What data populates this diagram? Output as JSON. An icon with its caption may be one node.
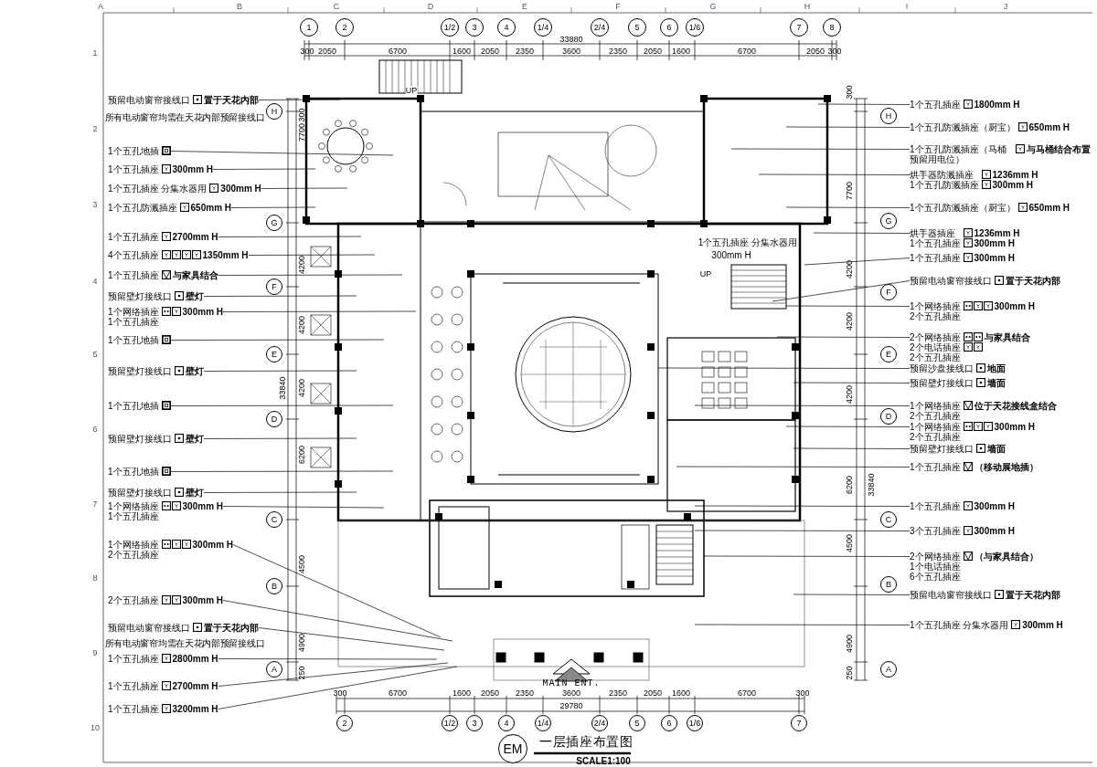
{
  "diagram": {
    "title": "一层插座布置图",
    "nodes": [
      {
        "text": [
          "预留电动窗帘接线口",
          "置于天花内部"
        ]
      },
      {
        "text": [
          "1个五孔地插"
        ]
      },
      {
        "text": [
          "1个五孔插座",
          "300mm H"
        ]
      },
      {
        "text": [
          "1个五孔插座 分集水器用",
          "300mm H"
        ]
      },
      {
        "text": [
          "1个五孔防溅插座",
          "650mm H"
        ]
      },
      {
        "text": [
          "1个五孔插座",
          "2700mm H"
        ]
      },
      {
        "text": [
          "4个五孔插座",
          "1350mm H"
        ]
      },
      {
        "text": [
          "1个五孔插座",
          "与家具结合"
        ]
      },
      {
        "text": [
          "预留壁灯接线口",
          "壁灯"
        ]
      },
      {
        "text": [
          "1个网络插座",
          "1个五孔插座",
          "300mm H"
        ]
      },
      {
        "text": [
          "1个五孔地插"
        ]
      },
      {
        "text": [
          "预留壁灯接线口",
          "壁灯"
        ]
      },
      {
        "text": [
          "1个五孔地插"
        ]
      },
      {
        "text": [
          "预留壁灯接线口",
          "壁灯"
        ]
      },
      {
        "text": [
          "1个五孔地插"
        ]
      },
      {
        "text": [
          "预留壁灯接线口",
          "壁灯"
        ]
      },
      {
        "text": [
          "1个网络插座",
          "1个五孔插座",
          "300mm H"
        ]
      },
      {
        "text": [
          "1个网络插座",
          "2个五孔插座",
          "300mm H"
        ]
      },
      {
        "text": [
          "2个五孔插座",
          "300mm H"
        ]
      },
      {
        "text": [
          "预留电动窗帘接线口",
          "置于天花内部"
        ]
      },
      {
        "text": [
          "1个五孔插座",
          "2800mm H"
        ]
      },
      {
        "text": [
          "1个五孔插座",
          "2700mm H"
        ]
      },
      {
        "text": [
          "1个五孔插座",
          "3200mm H"
        ]
      },
      {
        "text": [
          "1个五孔插座",
          "1800mm H"
        ]
      },
      {
        "text": [
          "1个五孔防溅插座（厨宝）",
          "650mm H"
        ]
      },
      {
        "text": [
          "1个五孔防溅插座（马桶预留用电位）",
          "与马桶结合布置"
        ]
      },
      {
        "text": [
          "烘手器防溅插座",
          "1个五孔防溅插座",
          "1236mm H",
          "300mm H"
        ]
      },
      {
        "text": [
          "1个五孔防溅插座（厨宝）",
          "650mm H"
        ]
      },
      {
        "text": [
          "烘手器插座",
          "1个五孔插座",
          "1236mm H",
          "300mm H"
        ]
      },
      {
        "text": [
          "1个五孔插座",
          "300mm H"
        ]
      },
      {
        "text": [
          "预留电动窗帘接线口",
          "置于天花内部"
        ]
      },
      {
        "text": [
          "1个网络插座",
          "2个五孔插座",
          "300mm H"
        ]
      },
      {
        "text": [
          "2个网络插座",
          "2个电话插座",
          "2个五孔插座",
          "与家具结合"
        ]
      },
      {
        "text": [
          "预留沙盘接线口",
          "地面"
        ]
      },
      {
        "text": [
          "预留壁灯接线口",
          "墙面"
        ]
      },
      {
        "text": [
          "1个网络插座",
          "2个五孔插座",
          "位于天花接线盒结合"
        ]
      },
      {
        "text": [
          "1个网络插座",
          "2个五孔插座",
          "300mm H"
        ]
      },
      {
        "text": [
          "预留壁灯接线口",
          "墙面"
        ]
      },
      {
        "text": [
          "1个五孔插座",
          "（移动展地插）"
        ]
      },
      {
        "text": [
          "1个五孔插座",
          "300mm H"
        ]
      },
      {
        "text": [
          "3个五孔插座",
          "300mm H"
        ]
      },
      {
        "text": [
          "2个网络插座",
          "1个电话插座",
          "6个五孔插座",
          "（与家具结合）"
        ]
      },
      {
        "text": [
          "预留电动窗帘接线口",
          "置于天花内部"
        ]
      },
      {
        "text": [
          "1个五孔插座 分集水器用",
          "300mm H"
        ]
      },
      {
        "text": [
          "1"
        ]
      },
      {
        "text": [
          "2"
        ]
      },
      {
        "text": [
          "1/2"
        ]
      },
      {
        "text": [
          "3"
        ]
      },
      {
        "text": [
          "4"
        ]
      },
      {
        "text": [
          "1/4"
        ]
      },
      {
        "text": [
          "2/4"
        ]
      },
      {
        "text": [
          "5"
        ]
      },
      {
        "text": [
          "6"
        ]
      },
      {
        "text": [
          "1/6"
        ]
      },
      {
        "text": [
          "7"
        ]
      },
      {
        "text": [
          "8"
        ]
      },
      {
        "text": [
          "2"
        ]
      },
      {
        "text": [
          "1/2"
        ]
      },
      {
        "text": [
          "3"
        ]
      },
      {
        "text": [
          "4"
        ]
      },
      {
        "text": [
          "1/4"
        ]
      },
      {
        "text": [
          "2/4"
        ]
      },
      {
        "text": [
          "5"
        ]
      },
      {
        "text": [
          "6"
        ]
      },
      {
        "text": [
          "1/6"
        ]
      },
      {
        "text": [
          "7"
        ]
      },
      {
        "text": [
          "H"
        ]
      },
      {
        "text": [
          "G"
        ]
      },
      {
        "text": [
          "F"
        ]
      },
      {
        "text": [
          "E"
        ]
      },
      {
        "text": [
          "D"
        ]
      },
      {
        "text": [
          "C"
        ]
      },
      {
        "text": [
          "B"
        ]
      },
      {
        "text": [
          "A"
        ]
      },
      {
        "text": [
          "H"
        ]
      },
      {
        "text": [
          "G"
        ]
      },
      {
        "text": [
          "F"
        ]
      },
      {
        "text": [
          "E"
        ]
      },
      {
        "text": [
          "D"
        ]
      },
      {
        "text": [
          "C"
        ]
      },
      {
        "text": [
          "B"
        ]
      },
      {
        "text": [
          "A"
        ]
      },
      {
        "text": [
          "EM"
        ]
      }
    ],
    "edges": [
      {
        "from": 0,
        "to": null,
        "arrow": "none"
      },
      {
        "from": 1,
        "to": null,
        "arrow": "none"
      },
      {
        "from": 2,
        "to": null,
        "arrow": "none"
      },
      {
        "from": 3,
        "to": null,
        "arrow": "none"
      },
      {
        "from": 4,
        "to": null,
        "arrow": "none"
      },
      {
        "from": 5,
        "to": null,
        "arrow": "none"
      },
      {
        "from": 6,
        "to": null,
        "arrow": "none"
      },
      {
        "from": 7,
        "to": null,
        "arrow": "none"
      },
      {
        "from": 8,
        "to": null,
        "arrow": "none"
      },
      {
        "from": 9,
        "to": null,
        "arrow": "none"
      },
      {
        "from": 10,
        "to": null,
        "arrow": "none"
      },
      {
        "from": 11,
        "to": null,
        "arrow": "none"
      },
      {
        "from": 12,
        "to": null,
        "arrow": "none"
      },
      {
        "from": 13,
        "to": null,
        "arrow": "none"
      },
      {
        "from": 14,
        "to": null,
        "arrow": "none"
      },
      {
        "from": 15,
        "to": null,
        "arrow": "none"
      },
      {
        "from": 16,
        "to": null,
        "arrow": "none"
      },
      {
        "from": 17,
        "to": null,
        "arrow": "none"
      },
      {
        "from": 18,
        "to": null,
        "arrow": "none"
      },
      {
        "from": 19,
        "to": null,
        "arrow": "none"
      },
      {
        "from": 20,
        "to": null,
        "arrow": "none"
      },
      {
        "from": 21,
        "to": null,
        "arrow": "none"
      },
      {
        "from": 22,
        "to": null,
        "arrow": "none"
      },
      {
        "from": 23,
        "to": null,
        "arrow": "none"
      },
      {
        "from": 24,
        "to": null,
        "arrow": "none"
      },
      {
        "from": 25,
        "to": null,
        "arrow": "none"
      },
      {
        "from": 26,
        "to": null,
        "arrow": "none"
      },
      {
        "from": 27,
        "to": null,
        "arrow": "none"
      },
      {
        "from": 28,
        "to": null,
        "arrow": "none"
      },
      {
        "from": 29,
        "to": null,
        "arrow": "none"
      },
      {
        "from": 30,
        "to": null,
        "arrow": "none"
      },
      {
        "from": 31,
        "to": null,
        "arrow": "none"
      },
      {
        "from": 32,
        "to": null,
        "arrow": "none"
      },
      {
        "from": 33,
        "to": null,
        "arrow": "none"
      },
      {
        "from": 34,
        "to": null,
        "arrow": "none"
      },
      {
        "from": 35,
        "to": null,
        "arrow": "none"
      },
      {
        "from": 36,
        "to": null,
        "arrow": "none"
      },
      {
        "from": 37,
        "to": null,
        "arrow": "none"
      },
      {
        "from": 38,
        "to": null,
        "arrow": "none"
      },
      {
        "from": 39,
        "to": null,
        "arrow": "none"
      },
      {
        "from": 40,
        "to": null,
        "arrow": "none"
      },
      {
        "from": 41,
        "to": null,
        "arrow": "none"
      },
      {
        "from": 42,
        "to": null,
        "arrow": "none"
      },
      {
        "from": 43,
        "to": null,
        "arrow": "none"
      }
    ],
    "labels": [
      "300",
      "2050",
      "6700",
      "1600",
      "2050",
      "2350",
      "3600",
      "2350",
      "2050",
      "1600",
      "6700",
      "2050",
      "300",
      "33880",
      "300",
      "6700",
      "1600",
      "2050",
      "2350",
      "3600",
      "2350",
      "2050",
      "1600",
      "6700",
      "300",
      "29780",
      "300",
      "7700",
      "4200",
      "4200",
      "4200",
      "6200",
      "4500",
      "4900",
      "250",
      "33840",
      "300",
      "7700",
      "4200",
      "4200",
      "4200",
      "6200",
      "4500",
      "4900",
      "250",
      "33840",
      "UP",
      "UP",
      "MAIN ENT.",
      "SCALE1:100",
      "所有电动窗帘均需在天花内部预留接线口",
      "所有电动窗帘均需在天花内部预留接线口",
      "1个五孔插座 分集水器用",
      "300mm H",
      "A",
      "B",
      "C",
      "D",
      "E",
      "F",
      "G",
      "H",
      "I",
      "J",
      "1",
      "2",
      "3",
      "4",
      "5",
      "6",
      "7",
      "8",
      "9",
      "10"
    ]
  }
}
